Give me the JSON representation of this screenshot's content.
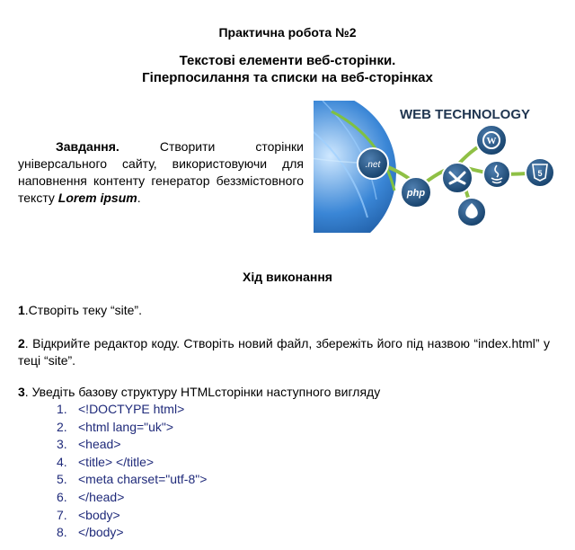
{
  "title": "Практична робота №2",
  "subtitle_line1": "Текстові елементи веб-сторінки.",
  "subtitle_line2": "Гіперпосилання та  списки на веб-сторінках",
  "task": {
    "label": "Завдання.",
    "text": " Створити сторінки універсального сайту, використовуючи для наповнення контенту генератор беззмістовного тексту ",
    "lorem": "Lorem ipsum",
    "end": "."
  },
  "banner": {
    "heading": "WEB TECHNOLOGY",
    "net_label": ".net",
    "php_label": "php",
    "html5_label": "5"
  },
  "section_title": "Хід виконання",
  "steps": [
    {
      "num": "1",
      "text": ".Створіть теку “site”."
    },
    {
      "num": "2",
      "text": ". Відкрийте редактор коду. Створіть новий файл, збережіть його під назвою “index.html” у теці “site”."
    },
    {
      "num": "3",
      "text": ". Уведіть базову структуру HTMLсторінки наступного вигляду"
    }
  ],
  "code_lines": [
    {
      "num": "1.",
      "code": "<!DOCTYPE html>"
    },
    {
      "num": "2.",
      "code": "<html lang=\"uk\">"
    },
    {
      "num": "3.",
      "code": "<head>"
    },
    {
      "num": "4.",
      "code": "<title> </title>"
    },
    {
      "num": "5.",
      "code": "<meta charset=\"utf-8\">"
    },
    {
      "num": "6.",
      "code": "</head>"
    },
    {
      "num": "7.",
      "code": "<body>"
    },
    {
      "num": "8.",
      "code": "</body>"
    }
  ],
  "colors": {
    "code_text": "#1f2a7a",
    "banner_blue": "#1d5aa6",
    "banner_green": "#8fc045",
    "icon_dark": "#1f4d7a"
  }
}
